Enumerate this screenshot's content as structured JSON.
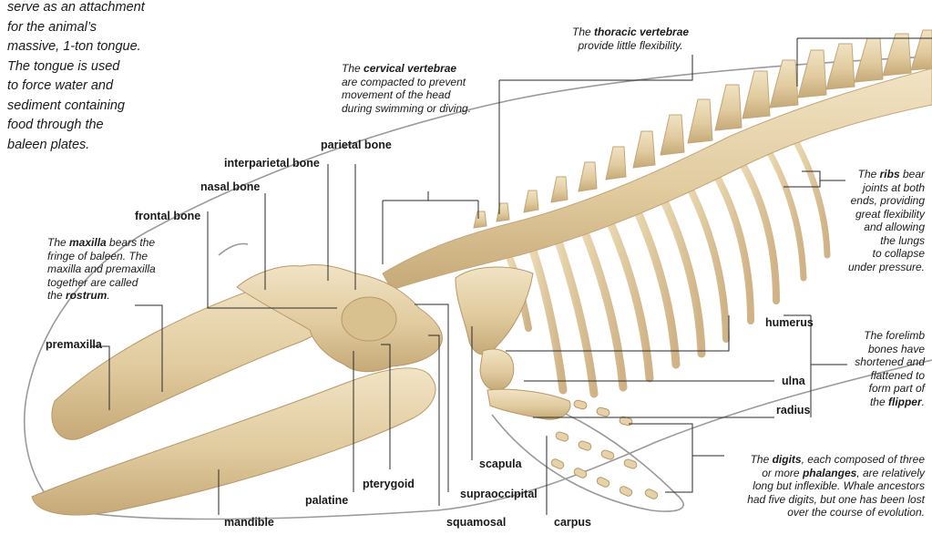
{
  "notes": {
    "tongue": [
      "serve as an attachment",
      "for the animal’s",
      "massive, 1-ton tongue.",
      "The tongue is used",
      "to force water and",
      "sediment containing",
      "food through the",
      "baleen plates."
    ],
    "thoracic": {
      "pre": "The ",
      "bold": "thoracic vertebrae",
      "line2": "provide little flexibility."
    },
    "cervical": {
      "pre": "The ",
      "bold": "cervical vertebrae",
      "line2": "are compacted to prevent",
      "line3": "movement of the head",
      "line4": "during swimming or diving."
    },
    "maxilla": {
      "pre": "The ",
      "bold": "maxilla",
      "post": " bears the",
      "line2": "fringe of baleen. The",
      "line3": "maxilla and premaxilla",
      "line4": "together are called",
      "line5pre": "the ",
      "line5bold": "rostrum",
      "line5post": "."
    },
    "ribs": {
      "pre": "The ",
      "bold": "ribs",
      "post": " bear",
      "lines": [
        "joints at both",
        "ends, providing",
        "great flexibility",
        "and allowing",
        "the lungs",
        "to collapse",
        "under pressure."
      ]
    },
    "forelimb": {
      "lines": [
        "The forelimb",
        "bones have",
        "shortened and",
        "flattened to",
        "form part of"
      ],
      "lastpre": "the ",
      "lastbold": "flipper",
      "lastpost": "."
    },
    "digits": {
      "pre": "The ",
      "bold": "digits",
      "post": ", each composed of three",
      "line2pre": "or more ",
      "line2bold": "phalanges",
      "line2post": ", are relatively",
      "line3": "long but inflexible. Whale ancestors",
      "line4": "had five digits, but one has been lost",
      "line5": "over the course of evolution."
    }
  },
  "labels": {
    "parietal": "parietal bone",
    "interparietal": "interparietal bone",
    "nasal": "nasal bone",
    "frontal": "frontal bone",
    "premaxilla": "premaxilla",
    "humerus": "humerus",
    "ulna": "ulna",
    "radius": "radius",
    "scapula": "scapula",
    "pterygoid": "pterygoid",
    "palatine": "palatine",
    "supraoccipital": "supraoccipital",
    "mandible": "mandible",
    "squamosal": "squamosal",
    "carpus": "carpus"
  },
  "colors": {
    "bone": "#e3cfa6",
    "bone_shade": "#c9ad7e",
    "outline": "#9a9a9a",
    "leader": "#2a2a2a"
  }
}
